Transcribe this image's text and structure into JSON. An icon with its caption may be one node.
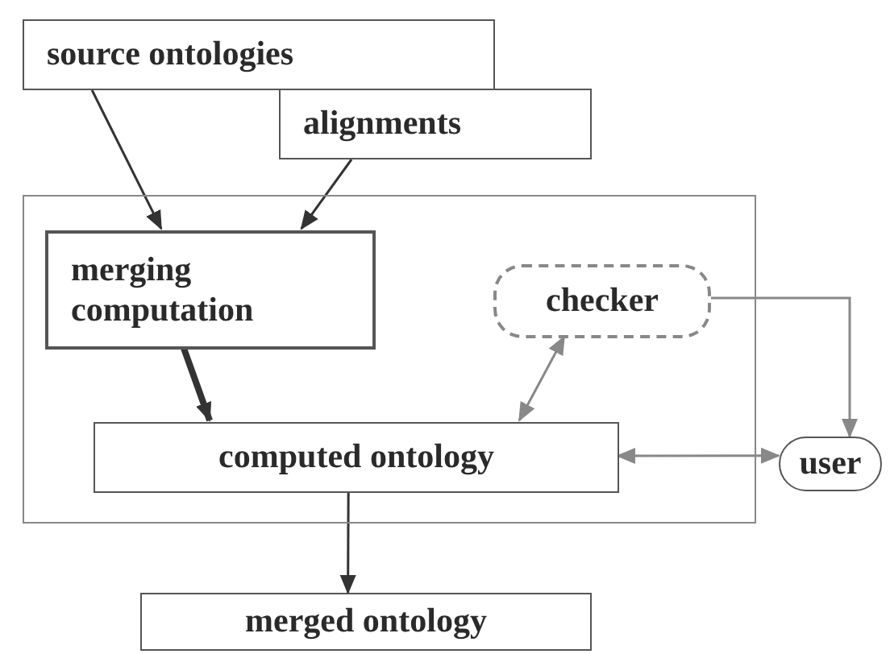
{
  "diagram": {
    "nodes": [
      {
        "text": [
          "source ontologies"
        ]
      },
      {
        "text": [
          "alignments"
        ]
      },
      {
        "text": [],
        "shape": "box"
      },
      {
        "text": [
          "merging computation"
        ],
        "in": 2
      },
      {
        "text": [
          "checker"
        ],
        "in": 2
      },
      {
        "text": [
          "computed ontology"
        ],
        "in": 2
      },
      {
        "text": [
          "user"
        ]
      },
      {
        "text": [
          "merged ontology"
        ]
      }
    ],
    "edges": [
      {
        "from": 0,
        "to": 3,
        "arrow": "to"
      },
      {
        "from": 1,
        "to": 3,
        "arrow": "to"
      },
      {
        "from": 3,
        "to": 5,
        "arrow": "to",
        "style": "thick"
      },
      {
        "from": 4,
        "to": 5,
        "arrow": "both",
        "color": "#888888"
      },
      {
        "from": 4,
        "to": 6,
        "arrow": "to",
        "color": "#888888"
      },
      {
        "from": 5,
        "to": 6,
        "arrow": "both",
        "color": "#888888"
      },
      {
        "from": 5,
        "to": 7,
        "arrow": "to"
      }
    ]
  }
}
